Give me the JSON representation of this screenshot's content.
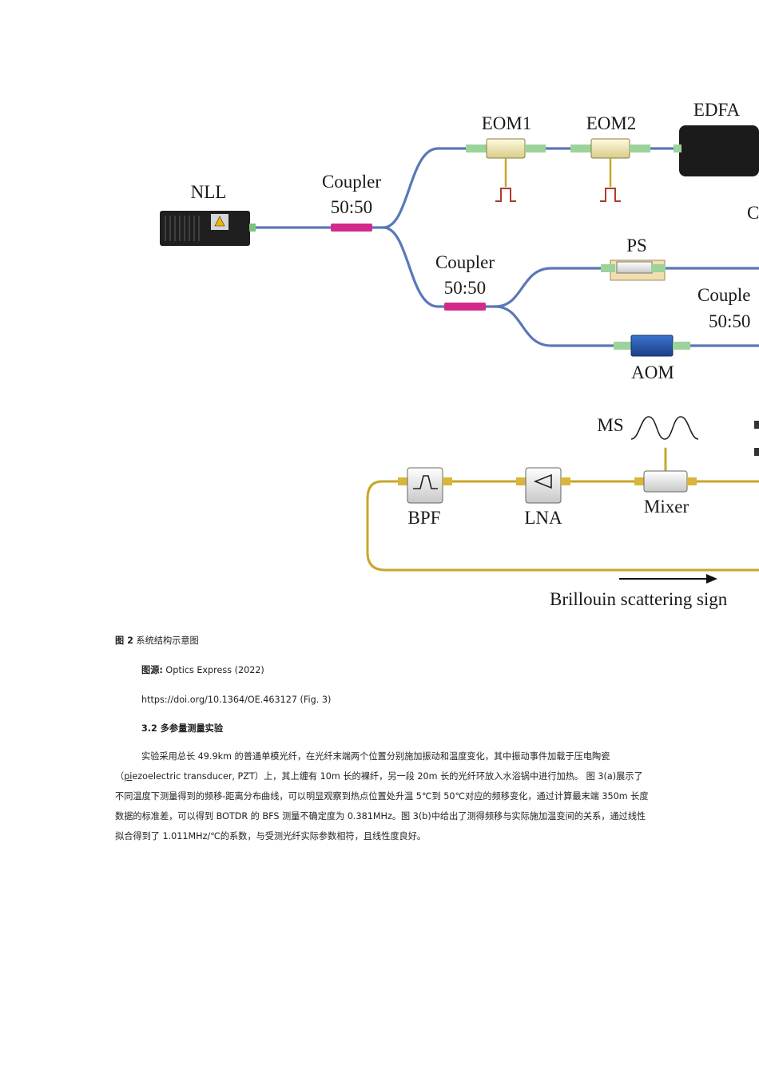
{
  "figure": {
    "labels": {
      "nll": "NLL",
      "coupler1": "Coupler",
      "coupler1_ratio": "50:50",
      "coupler2": "Coupler",
      "coupler2_ratio": "50:50",
      "coupler3": "Couple",
      "coupler3_ratio": "50:50",
      "eom1": "EOM1",
      "eom2": "EOM2",
      "edfa": "EDFA",
      "c_partial": "C",
      "ps": "PS",
      "aom": "AOM",
      "ms": "MS",
      "bpf": "BPF",
      "lna": "LNA",
      "mixer": "Mixer",
      "brillouin": "Brillouin scattering sign"
    }
  },
  "caption": {
    "fig_num": "图 2",
    "fig_title": " 系统结构示意图",
    "source_label": "图源:",
    "source_value": " Optics Express (2022)",
    "doi": "https://doi.org/10.1364/OE.463127 (Fig. 3)"
  },
  "section": {
    "heading": "3.2 多参量测量实验"
  },
  "paragraph": {
    "part1": "实验采用总长 49.9km 的普通单模光纤，在光纤末端两个位置分别施加振动和温度变化，其中振动事件加载于压电陶瓷（",
    "underlined": "pi",
    "part2": "ezoelectric transducer, PZT）上，其上缠有 10m 长的裸纤，另一段 20m 长的光纤环放入水浴锅中进行加热。 图 3(a)展示了不同温度下测量得到的频移-距离分布曲线，可以明显观察到热点位置处升温 5℃到 50℃对应的频移变化，通过计算最末端 350m 长度数据的标准差，可以得到 BOTDR 的 BFS 测量不确定度为 0.381MHz。图 3(b)中给出了测得频移与实际施加温变间的关系，通过线性拟合得到了 1.011MHz/℃的系数，与受测光纤实际参数相符，且线性度良好。"
  }
}
